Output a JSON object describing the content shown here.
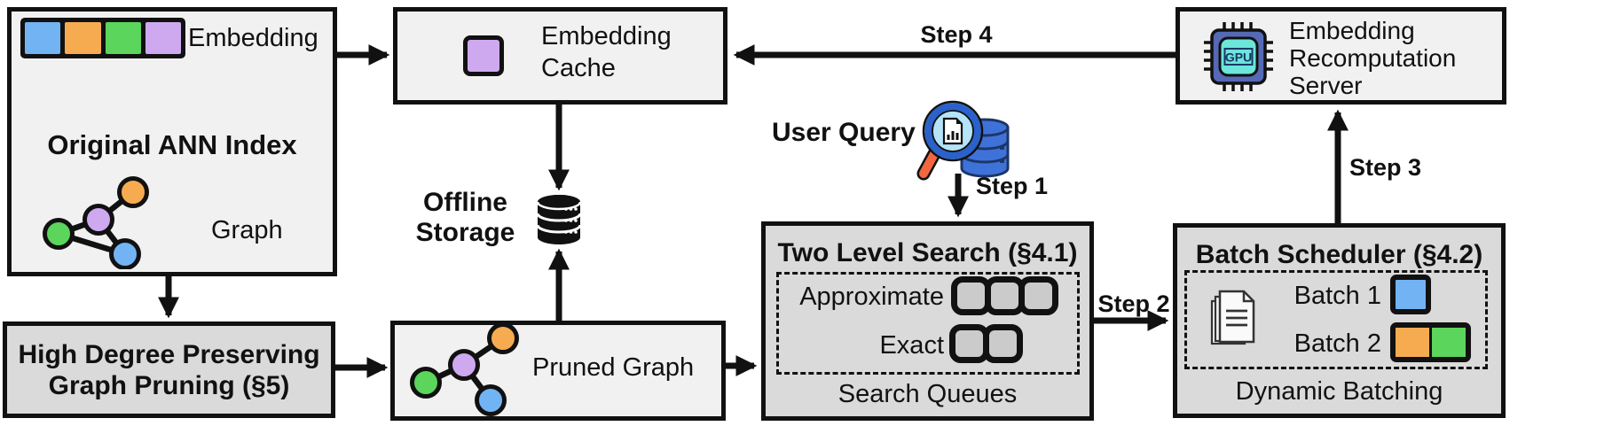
{
  "ann_index": {
    "title": "Original ANN Index",
    "embedding_label": "Embedding",
    "graph_label": "Graph"
  },
  "embedding_cache": {
    "label": "Embedding Cache"
  },
  "recomputation_server": {
    "label": "Embedding Recomputation Server",
    "gpu_icon_text": "GPU"
  },
  "offline_storage": {
    "label": "Offline Storage"
  },
  "user_query": {
    "label": "User Query"
  },
  "steps": {
    "step1": "Step 1",
    "step2": "Step 2",
    "step3": "Step 3",
    "step4": "Step 4"
  },
  "two_level_search": {
    "title": "Two Level Search (§4.1)",
    "approximate_label": "Approximate",
    "approximate_slots": 3,
    "exact_label": "Exact",
    "exact_slots": 2,
    "caption": "Search Queues"
  },
  "batch_scheduler": {
    "title": "Batch Scheduler (§4.2)",
    "batch1_label": "Batch 1",
    "batch2_label": "Batch 2",
    "caption": "Dynamic Batching"
  },
  "graph_pruning": {
    "title": "High Degree Preserving Graph Pruning (§5)"
  },
  "pruned_graph": {
    "label": "Pruned Graph"
  },
  "colors": {
    "blue": "#72b4f3",
    "orange": "#f7ab50",
    "green": "#5bd55b",
    "purple": "#cfa9f0",
    "box-light": "#f1f1f1",
    "box-dark": "#dadada",
    "queue-fill": "#cbcbcb",
    "gpu-chip": "#5569b5",
    "gpu-screen": "#6ce5da",
    "db-blue": "#3f72d9",
    "db-dark": "#1c3668",
    "magnifier-rim": "#2a62c9",
    "lens-blue": "#b5e3f7",
    "magnifier-handle": "#f26740"
  }
}
